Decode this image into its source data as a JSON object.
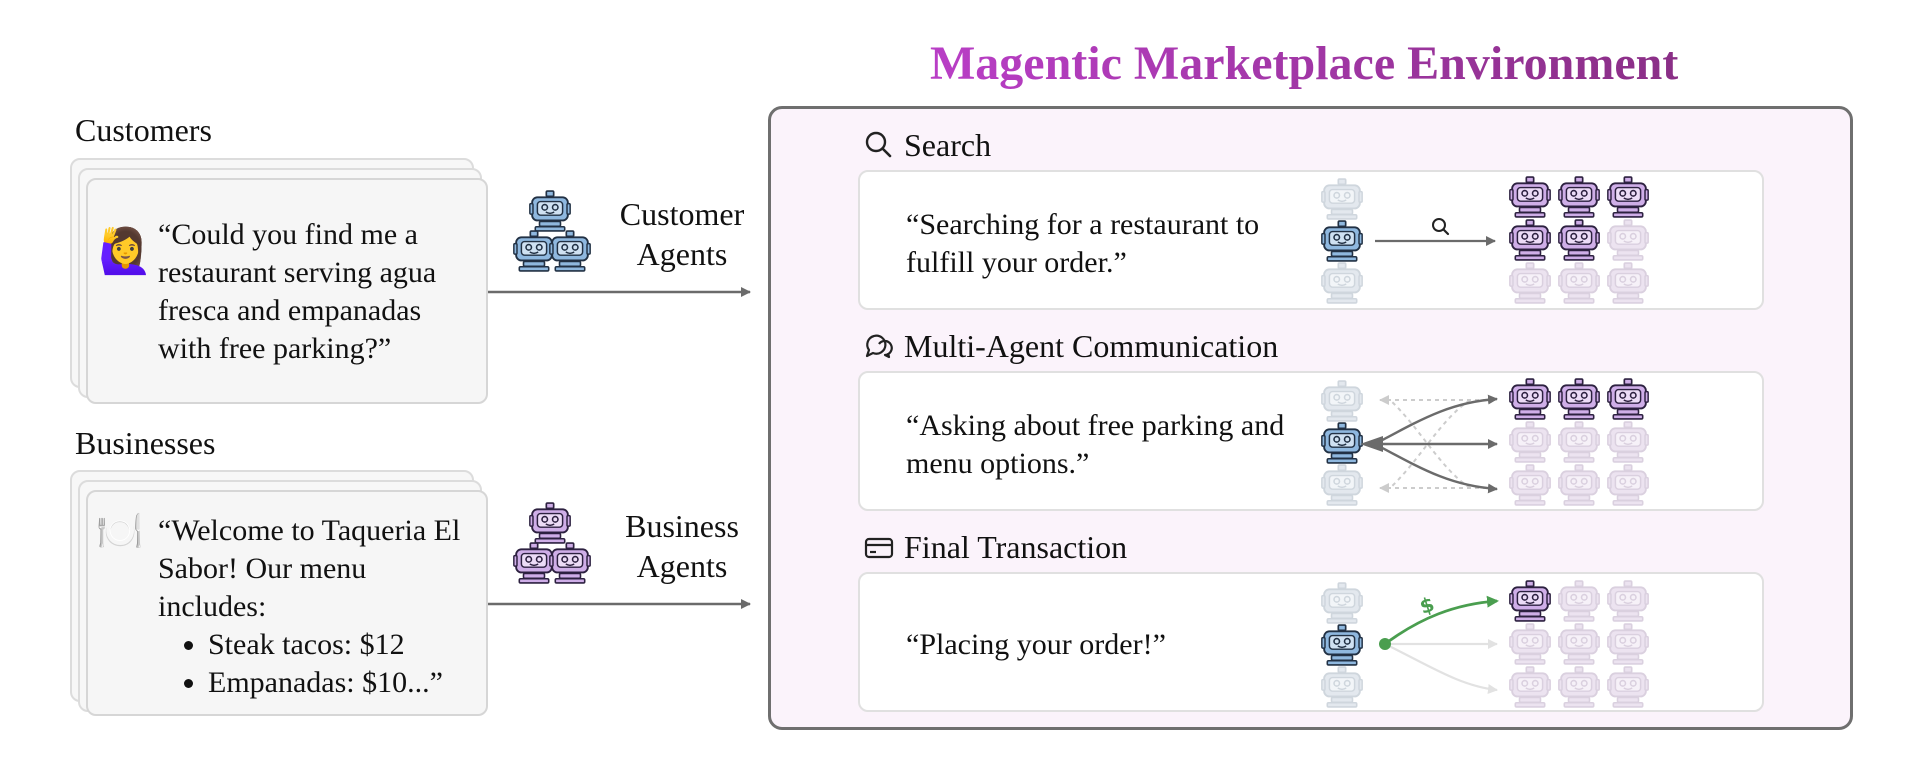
{
  "customers": {
    "section_label": "Customers",
    "emoji": "🙋‍♀️",
    "quote": "“Could you find me a restaurant serving agua fresca and empanadas with free parking?”",
    "agent_label_line1": "Customer",
    "agent_label_line2": "Agents"
  },
  "businesses": {
    "section_label": "Businesses",
    "emoji": "🍽️",
    "quote_intro": "“Welcome to Taqueria El Sabor! Our menu includes:",
    "menu_items": [
      "Steak tacos: $12",
      "Empanadas: $10...”"
    ],
    "agent_label_line1": "Business",
    "agent_label_line2": "Agents"
  },
  "environment": {
    "title": "Magentic Marketplace Environment",
    "steps": [
      {
        "title": "Search",
        "icon": "search-icon",
        "quote": "“Searching for a restaurant to fulfill your order.”"
      },
      {
        "title": "Multi-Agent Communication",
        "icon": "chat-icon",
        "quote": "“Asking about free parking and menu options.”"
      },
      {
        "title": "Final Transaction",
        "icon": "credit-card-icon",
        "quote": "“Placing your order!”",
        "money_symbol": "$"
      }
    ]
  },
  "colors": {
    "customer_robot": "#8fb8df",
    "business_robot": "#cfaee8",
    "faded_customer": "#e3e8ee",
    "faded_business": "#ece3f0",
    "arrow": "#6b6b6b",
    "money": "#4a9e4f",
    "title_gradient_start": "#b93ec6",
    "title_gradient_end": "#8a2f86",
    "env_background": "#fbf3fb"
  }
}
